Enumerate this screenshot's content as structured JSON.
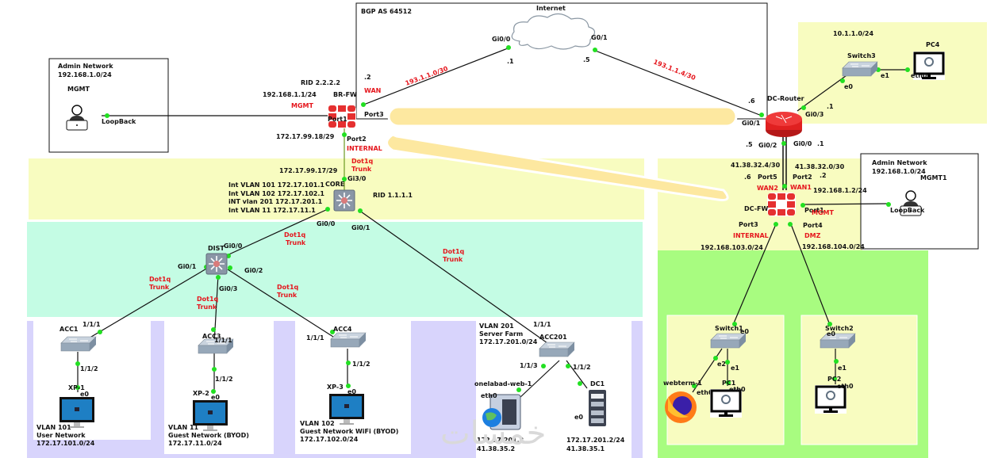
{
  "colors": {
    "zone_yellow": "#f8fcc0",
    "zone_mint": "#c4fce4",
    "zone_lavender": "#d8d4fc",
    "zone_green": "#a8fc80",
    "highlight": "#fde8a0",
    "link": "#111111",
    "port_dot": "#22e022",
    "fw_red": "#e53030",
    "label_red": "#e5151c"
  },
  "watermark": "خمسات",
  "zones": {
    "bgp_box_title": "BGP AS 64512",
    "admin_left": {
      "title": "Admin Network",
      "subnet": "192.168.1.0/24"
    },
    "admin_right": {
      "title": "Admin Network",
      "subnet": "192.168.1.0/24"
    },
    "dc_lan": {
      "subnet": "10.1.1.0/24"
    }
  },
  "nodes": {
    "internet": {
      "name": "Internet",
      "port_left": "Gi0/0",
      "port_right": "G0/1",
      "ip_left": ".1",
      "ip_right": ".5"
    },
    "br_fw": {
      "name": "BR-FW",
      "rid": "RID 2.2.2.2",
      "mgmt_ip": "192.168.1.1/24",
      "mgmt_label": "MGMT",
      "wan_ip": ".2",
      "wan_label": "WAN",
      "port1": "Port1",
      "port2": "Port2",
      "port3": "Port3",
      "internal_label": "INTERNAL",
      "internal_ip": "172.17.99.18/29"
    },
    "mgmt_left": {
      "name": "MGMT",
      "port": "LoopBack"
    },
    "core": {
      "name": "CORE",
      "rid": "RID 1.1.1.1",
      "uplink_ip": "172.17.99.17/29",
      "uplink_port": "Gi3/0",
      "svis": [
        "Int VLAN 101 172.17.101.1",
        "Int VLAN 102 172.17.102.1",
        "iNT vlan 201 172.17.201.1",
        "Int VLAN 11 172.17.11.1"
      ],
      "port_g00": "Gi0/0",
      "port_g01": "Gi0/1"
    },
    "dist": {
      "name": "DIST",
      "ports": [
        "Gi0/0",
        "Gi0/1",
        "Gi0/2",
        "Gi0/3"
      ]
    },
    "acc1": {
      "name": "ACC1",
      "up": "1/1/1",
      "down": "1/1/2"
    },
    "acc3": {
      "name": "ACC3",
      "up": "1/1/1",
      "down": "1/1/2"
    },
    "acc4": {
      "name": "ACC4",
      "up": "1/1/1",
      "down": "1/1/2"
    },
    "acc201": {
      "name": "ACC201",
      "up": "1/1/1",
      "p3": "1/1/3",
      "p2": "1/1/2"
    },
    "xp1": {
      "name": "XP-1",
      "port": "e0",
      "vlan": "VLAN 101",
      "desc": "User Network",
      "subnet": "172.17.101.0/24"
    },
    "xp2": {
      "name": "XP-2",
      "port": "e0",
      "vlan": "VLAN 11",
      "desc": "Guest Network (BYOD)",
      "subnet": "172.17.11.0/24"
    },
    "xp3": {
      "name": "XP-3",
      "port": "e0",
      "vlan": "VLAN 102",
      "desc": "Guest Network WiFi (BYOD)",
      "subnet": "172.17.102.0/24"
    },
    "server_farm": {
      "vlan": "VLAN 201",
      "desc": "Server Farm",
      "subnet": "172.17.201.0/24"
    },
    "web": {
      "name": "onelabad-web-1",
      "port": "eth0",
      "ip1": "172.17.201.3",
      "ip2": "41.38.35.2"
    },
    "dc1": {
      "name": "DC1",
      "port": "e0",
      "ip1": "172.17.201.2/24",
      "ip2": "41.38.35.1"
    },
    "dc_router": {
      "name": "DC-Router",
      "g01": "Gi0/1",
      "g03": "Gi0/3",
      "g02": "Gi0/2",
      "g00": "Gi0/0",
      "ip_g01": ".6",
      "ip_g03": ".1",
      "ip_g02": ".5",
      "ip_g00": ".1"
    },
    "switch3": {
      "name": "Switch3",
      "e0": "e0",
      "e1": "e1"
    },
    "pc4": {
      "name": "PC4",
      "port": "eth0"
    },
    "dc_fw": {
      "name": "DC-FW",
      "wan2_net": "41.38.32.4/30",
      "wan1_net": "41.38.32.0/30",
      "ip_p5": ".6",
      "ip_p2": ".2",
      "port5": "Port5",
      "port2": "Port2",
      "wan2": "WAN2",
      "wan1": "WAN1",
      "mgmt_ip": "192.168.1.2/24",
      "port1": "Port1",
      "mgmt_label": "MGMT",
      "port3": "Port3",
      "port4": "Port4",
      "internal_label": "INTERNAL",
      "dmz_label": "DMZ",
      "internal_net": "192.168.103.0/24",
      "dmz_net": "192.168.104.0/24"
    },
    "mgmt1": {
      "name": "MGMT1",
      "port": "LoopBack"
    },
    "switch1": {
      "name": "Switch1",
      "e0": "e0",
      "e1": "e1",
      "e2": "e2"
    },
    "switch2": {
      "name": "Switch2",
      "e0": "e0",
      "e1": "e1"
    },
    "webterm": {
      "name": "webterm-1",
      "port": "eth0"
    },
    "pc1": {
      "name": "PC1",
      "port": "eth0"
    },
    "pc2": {
      "name": "PC2",
      "port": "eth0"
    }
  },
  "links": {
    "wan_left": "193.1.1.0/30",
    "wan_right": "193.1.1.4/30",
    "trunk_line1": "Dot1q",
    "trunk_line2": "Trunk"
  }
}
